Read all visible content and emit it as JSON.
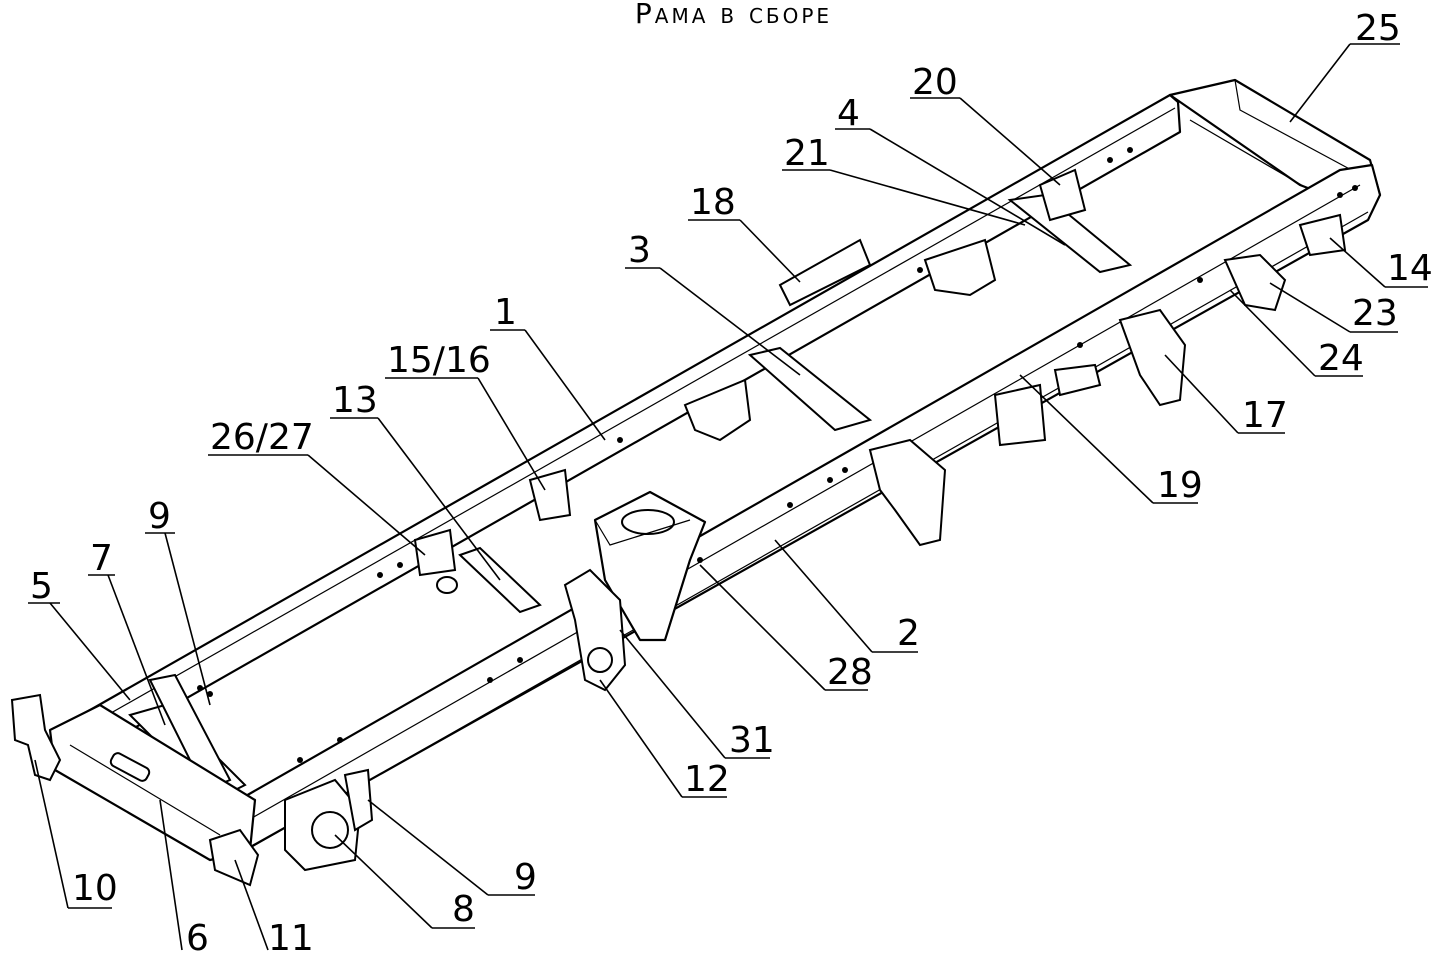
{
  "title": "Рама в сборе",
  "callouts": [
    {
      "id": "c25",
      "label": "25"
    },
    {
      "id": "c20",
      "label": "20"
    },
    {
      "id": "c4",
      "label": "4"
    },
    {
      "id": "c21",
      "label": "21"
    },
    {
      "id": "c18",
      "label": "18"
    },
    {
      "id": "c3",
      "label": "3"
    },
    {
      "id": "c1",
      "label": "1"
    },
    {
      "id": "c15_16",
      "label": "15/16"
    },
    {
      "id": "c13",
      "label": "13"
    },
    {
      "id": "c26_27",
      "label": "26/27"
    },
    {
      "id": "c9a",
      "label": "9"
    },
    {
      "id": "c7",
      "label": "7"
    },
    {
      "id": "c5",
      "label": "5"
    },
    {
      "id": "c14",
      "label": "14"
    },
    {
      "id": "c23",
      "label": "23"
    },
    {
      "id": "c24",
      "label": "24"
    },
    {
      "id": "c17",
      "label": "17"
    },
    {
      "id": "c19",
      "label": "19"
    },
    {
      "id": "c2",
      "label": "2"
    },
    {
      "id": "c28",
      "label": "28"
    },
    {
      "id": "c31",
      "label": "31"
    },
    {
      "id": "c12",
      "label": "12"
    },
    {
      "id": "c9b",
      "label": "9"
    },
    {
      "id": "c8",
      "label": "8"
    },
    {
      "id": "c10",
      "label": "10"
    },
    {
      "id": "c6",
      "label": "6"
    },
    {
      "id": "c11",
      "label": "11"
    }
  ]
}
